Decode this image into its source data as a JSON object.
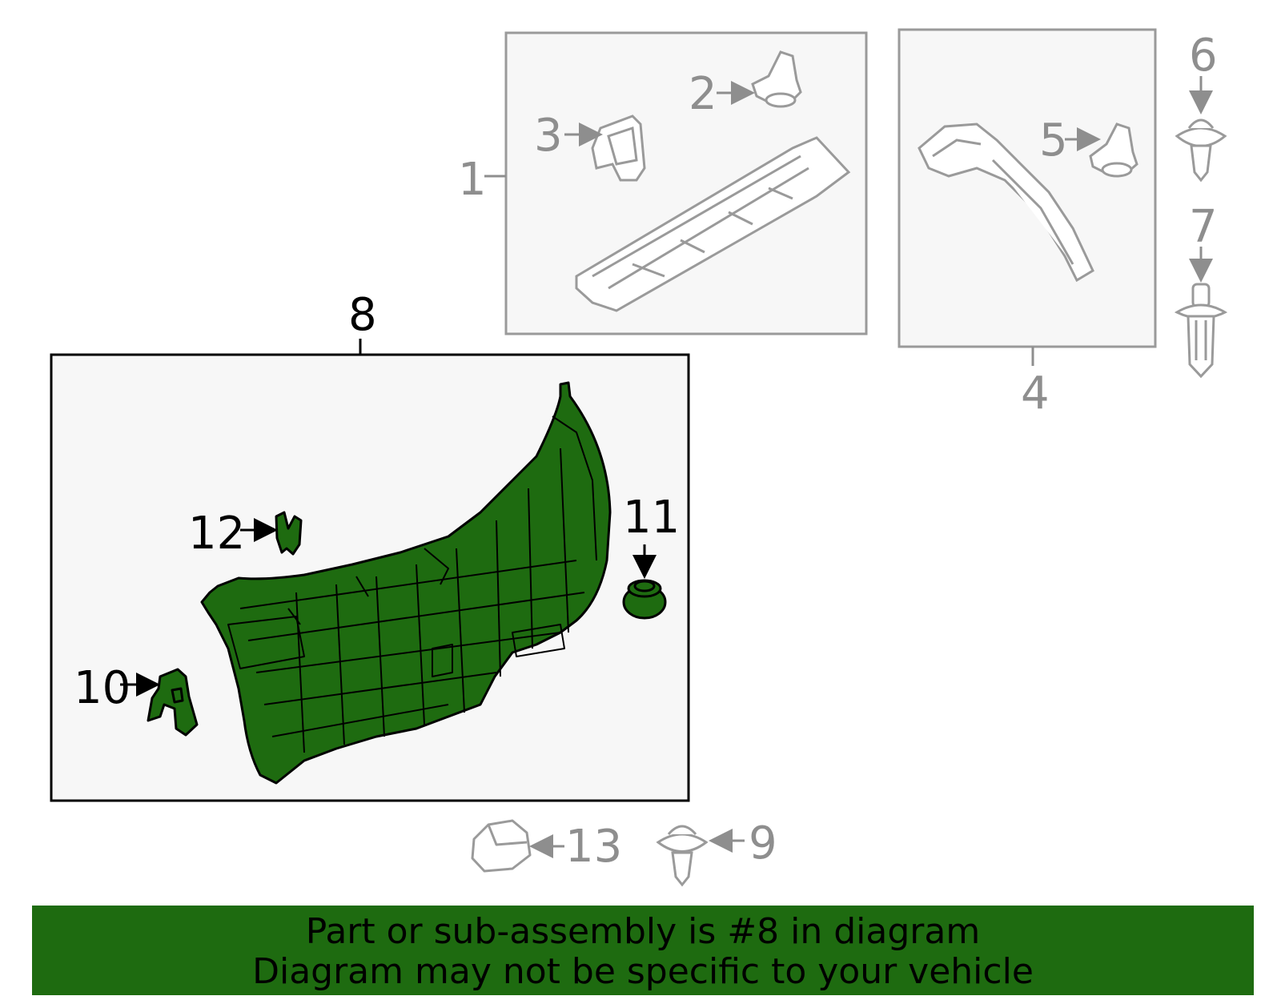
{
  "callouts": {
    "c1": "1",
    "c2": "2",
    "c3": "3",
    "c4": "4",
    "c5": "5",
    "c6": "6",
    "c7": "7",
    "c8": "8",
    "c9": "9",
    "c10": "10",
    "c11": "11",
    "c12": "12",
    "c13": "13"
  },
  "banner": {
    "line1": "Part or sub-assembly is #8 in diagram",
    "line2": "Diagram may not be specific to your vehicle"
  },
  "colors": {
    "highlight": "#1e6b10",
    "muted": "#8e8e8e",
    "box_fill": "#f7f7f7"
  }
}
